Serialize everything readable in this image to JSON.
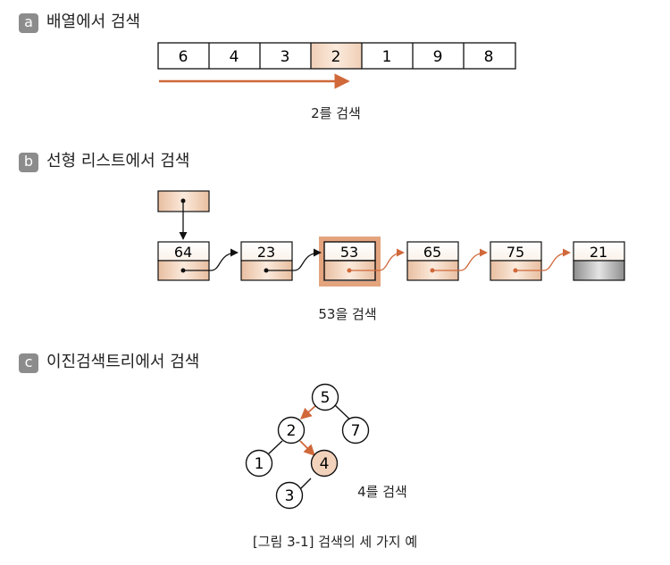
{
  "sections": {
    "a": {
      "letter": "a",
      "title": "배열에서 검색",
      "caption": "2를 검색",
      "array": [
        "6",
        "4",
        "3",
        "2",
        "1",
        "9",
        "8"
      ],
      "highlight_index": 3
    },
    "b": {
      "letter": "b",
      "title": "선형 리스트에서 검색",
      "caption": "53을 검색",
      "nodes": [
        "64",
        "23",
        "53",
        "65",
        "75",
        "21"
      ],
      "highlight_index": 2
    },
    "c": {
      "letter": "c",
      "title": "이진검색트리에서 검색",
      "caption": "4를 검색",
      "tree": {
        "root": "5",
        "left": "2",
        "right": "7",
        "left_left": "1",
        "left_right": "4",
        "left_right_left": "3"
      }
    }
  },
  "figure_caption": "[그림 3-1] 검색의 세 가지 예",
  "colors": {
    "accent": "#d0683a",
    "highlight_fill": "#f3d2bb",
    "badge": "#8c8c8c"
  }
}
